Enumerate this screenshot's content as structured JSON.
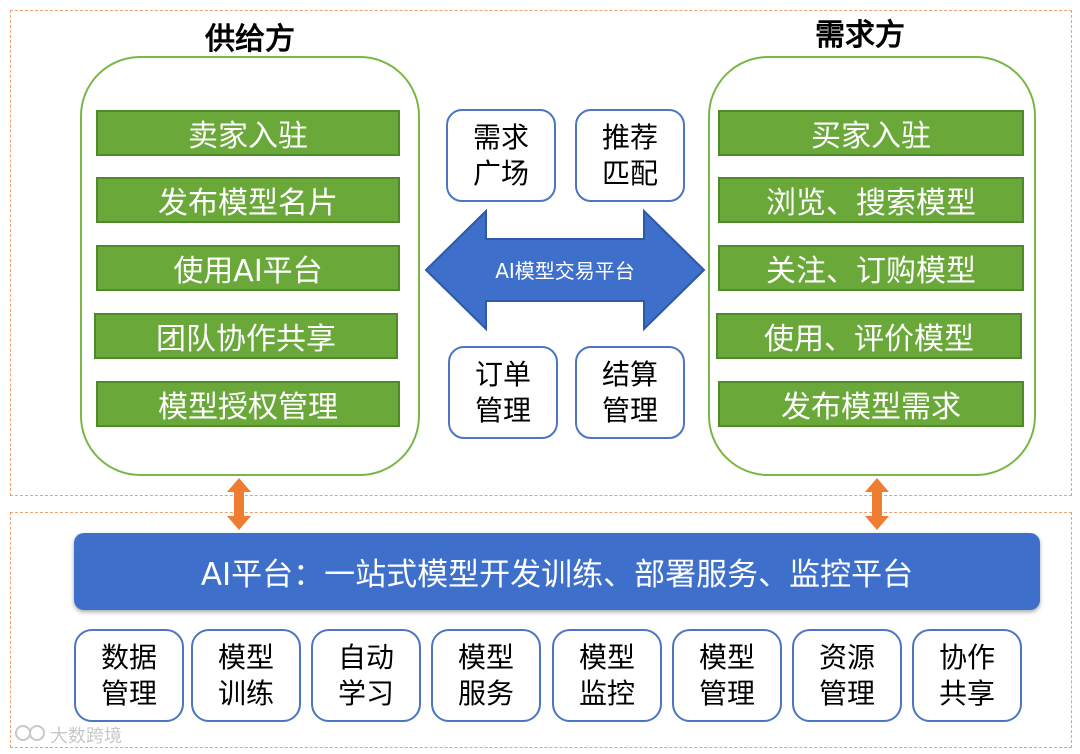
{
  "supply": {
    "title": "供给方",
    "items": [
      "卖家入驻",
      "发布模型名片",
      "使用AI平台",
      "团队协作共享",
      "模型授权管理"
    ]
  },
  "demand": {
    "title": "需求方",
    "items": [
      "买家入驻",
      "浏览、搜索模型",
      "关注、订购模型",
      "使用、评价模型",
      "发布模型需求"
    ]
  },
  "center": {
    "arrow_label": "AI模型交易平台",
    "top_boxes": [
      {
        "line1": "需求",
        "line2": "广场"
      },
      {
        "line1": "推荐",
        "line2": "匹配"
      }
    ],
    "bottom_boxes": [
      {
        "line1": "订单",
        "line2": "管理"
      },
      {
        "line1": "结算",
        "line2": "管理"
      }
    ]
  },
  "platform": {
    "label": "AI平台：一站式模型开发训练、部署服务、监控平台"
  },
  "modules": [
    {
      "line1": "数据",
      "line2": "管理"
    },
    {
      "line1": "模型",
      "line2": "训练"
    },
    {
      "line1": "自动",
      "line2": "学习"
    },
    {
      "line1": "模型",
      "line2": "服务"
    },
    {
      "line1": "模型",
      "line2": "监控"
    },
    {
      "line1": "模型",
      "line2": "管理"
    },
    {
      "line1": "资源",
      "line2": "管理"
    },
    {
      "line1": "协作",
      "line2": "共享"
    }
  ],
  "watermark": "大数跨境",
  "colors": {
    "green_bar": "#6aa83a",
    "panel_border": "#7ab648",
    "blue": "#3d6fcb",
    "orange_arrow": "#ee7d31",
    "dashed_border": "#f0a070"
  }
}
